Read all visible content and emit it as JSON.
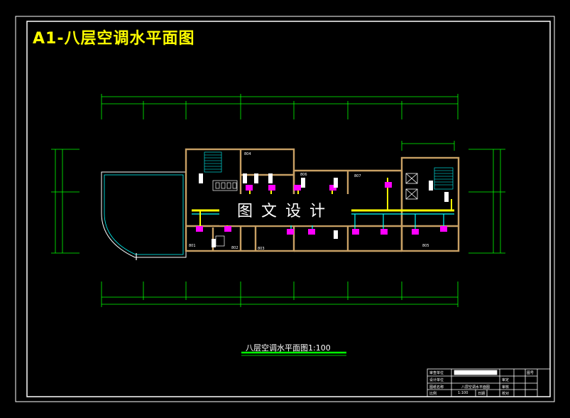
{
  "sheet": {
    "title": "A1-八层空调水平面图",
    "caption": "八层空调水平面图1:100",
    "watermark": "图文设计"
  },
  "rooms": {
    "r801": "801",
    "r802": "802",
    "r803": "803",
    "r804": "804",
    "r805": "805",
    "r806": "806",
    "r807": "807"
  },
  "title_block": {
    "r1c1": "审查单位",
    "r2c1": "设计单位",
    "r3c1": "图纸名称",
    "r3c2": "八层空调水平面图",
    "r4c1": "比例",
    "r4c2": "1:100",
    "r4c3": "日期",
    "c3r1": "图号",
    "c3r2": "审定",
    "c3r3": "审核",
    "c3r4": "校对"
  },
  "colors": {
    "background": "#000000",
    "frame": "#ffffff",
    "title": "#ffff00",
    "wall": "#c8a064",
    "dimension": "#00ff00",
    "supply_pipe": "#ffff00",
    "return_pipe": "#00ffff",
    "unit": "#ff00ff",
    "outline": "#00ffff"
  }
}
